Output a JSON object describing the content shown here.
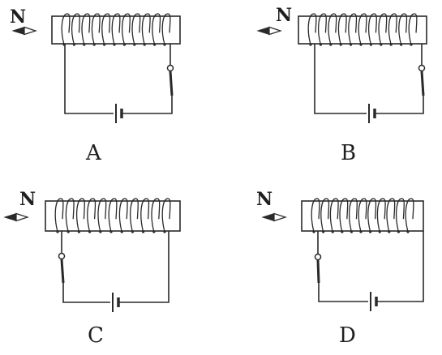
{
  "panels": [
    {
      "label": "A",
      "north_label": "N",
      "switch_side": "right"
    },
    {
      "label": "B",
      "north_label": "N",
      "switch_side": "right"
    },
    {
      "label": "C",
      "north_label": "N",
      "switch_side": "left"
    },
    {
      "label": "D",
      "north_label": "N",
      "switch_side": "left"
    }
  ],
  "colors": {
    "ink": "#2a2a2a",
    "background": "#ffffff"
  }
}
